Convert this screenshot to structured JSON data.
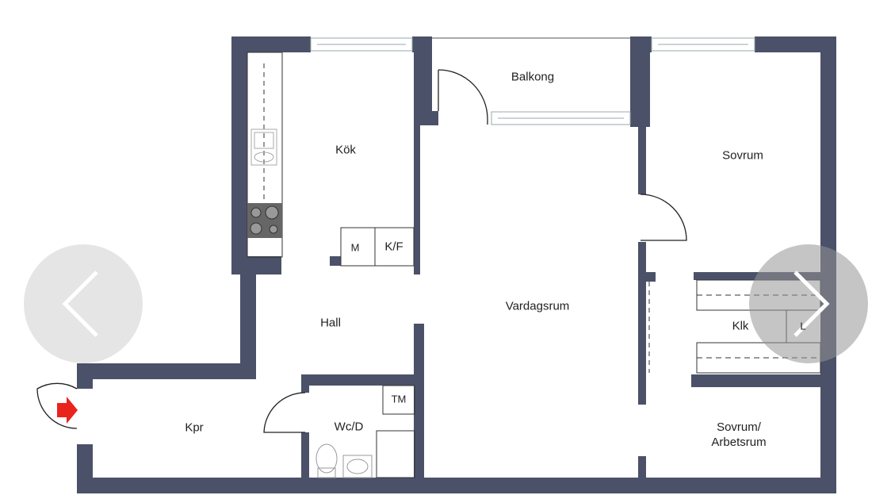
{
  "viewer": {
    "prev_button": "chevron-left-icon",
    "next_button": "chevron-right-icon"
  },
  "floorplan": {
    "wall_color": "#4b5168",
    "entry_arrow_color": "#e8241c",
    "rooms": {
      "balkong": "Balkong",
      "kok": "Kök",
      "sovrum": "Sovrum",
      "hall": "Hall",
      "vardagsrum": "Vardagsrum",
      "klk": "Klk",
      "kpr": "Kpr",
      "wcd": "Wc/D",
      "sovrum_arbetsrum_1": "Sovrum/",
      "sovrum_arbetsrum_2": "Arbetsrum"
    },
    "fixtures": {
      "microwave": "M",
      "fridge_freezer": "K/F",
      "washer": "TM",
      "closet_partial": "L"
    }
  }
}
